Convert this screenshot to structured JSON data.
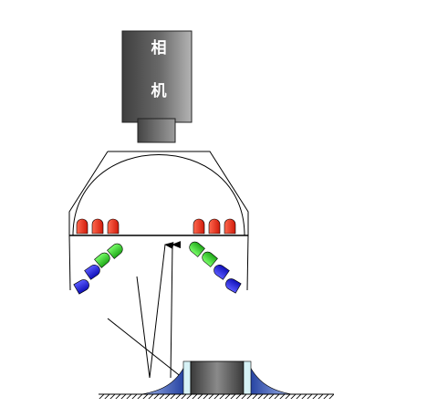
{
  "camera": {
    "label_line1": "相",
    "label_line2": "机"
  },
  "colors": {
    "camera_body_dark": "#4a4a4a",
    "camera_body_light": "#9a9a9a",
    "led_red": "#e8301c",
    "led_green": "#35c82a",
    "led_blue": "#2a2ad8",
    "object_dark": "#555555",
    "object_base_blue": "#1f3fa0",
    "outline": "#000000"
  },
  "leds": {
    "top_row_left": [
      "red",
      "red",
      "red"
    ],
    "top_row_right": [
      "red",
      "red",
      "red"
    ],
    "ring_left": [
      "green",
      "green",
      "blue",
      "blue"
    ],
    "ring_right": [
      "green",
      "green",
      "blue",
      "blue"
    ]
  },
  "icons": {
    "camera": "camera-icon",
    "dome_light": "dome-light-icon",
    "inspected_object": "cylinder-part-icon",
    "surface": "hatched-ground-icon"
  }
}
